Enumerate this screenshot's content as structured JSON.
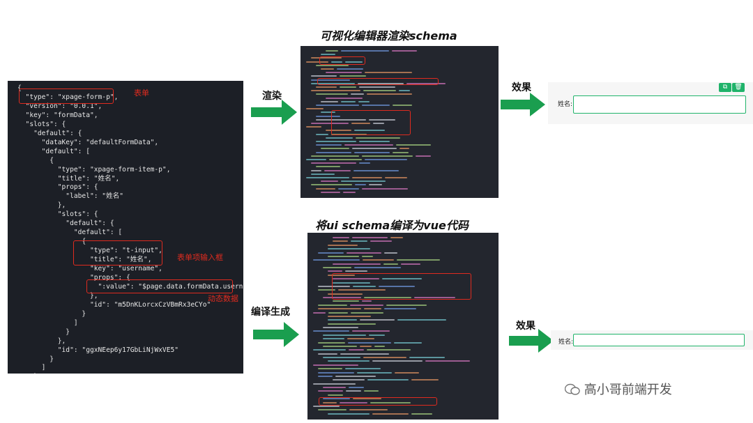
{
  "titles": {
    "top": "可视化编辑器渲染schema",
    "bottom": "将ui schema编译为vue代码"
  },
  "labels": {
    "render": "渲染",
    "compile": "编译生成",
    "effect_top": "效果",
    "effect_bottom": "效果"
  },
  "annotations": {
    "form": "表单",
    "form_item": "表单项输入框",
    "dynamic_data": "动态数据"
  },
  "schema_code": [
    "{",
    "  \"type\": \"xpage-form-p\",",
    "  \"version\": \"0.0.1\",",
    "  \"key\": \"formData\",",
    "  \"slots\": {",
    "    \"default\": {",
    "      \"dataKey\": \"defaultFormData\",",
    "      \"default\": [",
    "        {",
    "          \"type\": \"xpage-form-item-p\",",
    "          \"title\": \"姓名\",",
    "          \"props\": {",
    "            \"label\": \"姓名\"",
    "          },",
    "          \"slots\": {",
    "            \"default\": {",
    "              \"default\": [",
    "                {",
    "                  \"type\": \"t-input\",",
    "                  \"title\": \"姓名\",",
    "                  \"key\": \"username\",",
    "                  \"props\": {",
    "                    \":value\": \"$page.data.formData.username\"",
    "                  },",
    "                  \"id\": \"m5DnKLorcxCzVBmRx3eCYo\"",
    "                }",
    "              ]",
    "            }",
    "          },",
    "          \"id\": \"ggxNEep6y17GbLiNjWxVE5\"",
    "        }",
    "      ]",
    "    }"
  ],
  "preview": {
    "field_label_top": "姓名:",
    "field_label_bottom": "姓名:"
  },
  "watermark": "高小哥前端开发",
  "colors": {
    "arrow": "#1a9e4f",
    "highlight_box": "#e02b1f",
    "code_bg": "#1c1f26",
    "input_border": "#1fb36a"
  }
}
